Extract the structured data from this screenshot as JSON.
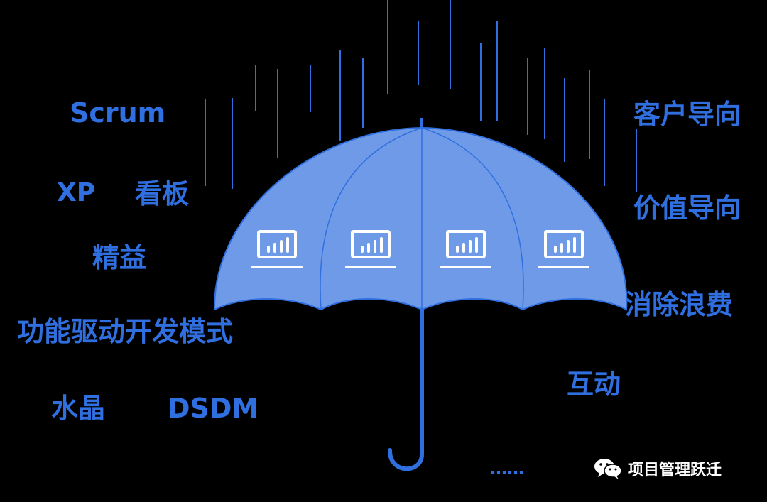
{
  "diagram": {
    "left_terms": [
      "Scrum",
      "XP",
      "看板",
      "精益",
      "功能驱动开发模式",
      "水晶",
      "DSDM"
    ],
    "right_terms": [
      "客户导向",
      "价值导向",
      "消除浪费",
      "互动"
    ],
    "ellipsis": "……",
    "icons": [
      "laptop-chart-icon",
      "laptop-chart-icon",
      "laptop-chart-icon",
      "laptop-chart-icon"
    ],
    "colors": {
      "background": "#000000",
      "text": "#2f6fe0",
      "rain": "#2f6fe0",
      "canopy_fill": "#6f9ae8",
      "canopy_edge": "#2f6fe0",
      "handle": "#2f6fe0",
      "icon": "#ffffff"
    }
  },
  "watermark": {
    "text": "项目管理跃迁",
    "icon": "wechat-icon"
  }
}
